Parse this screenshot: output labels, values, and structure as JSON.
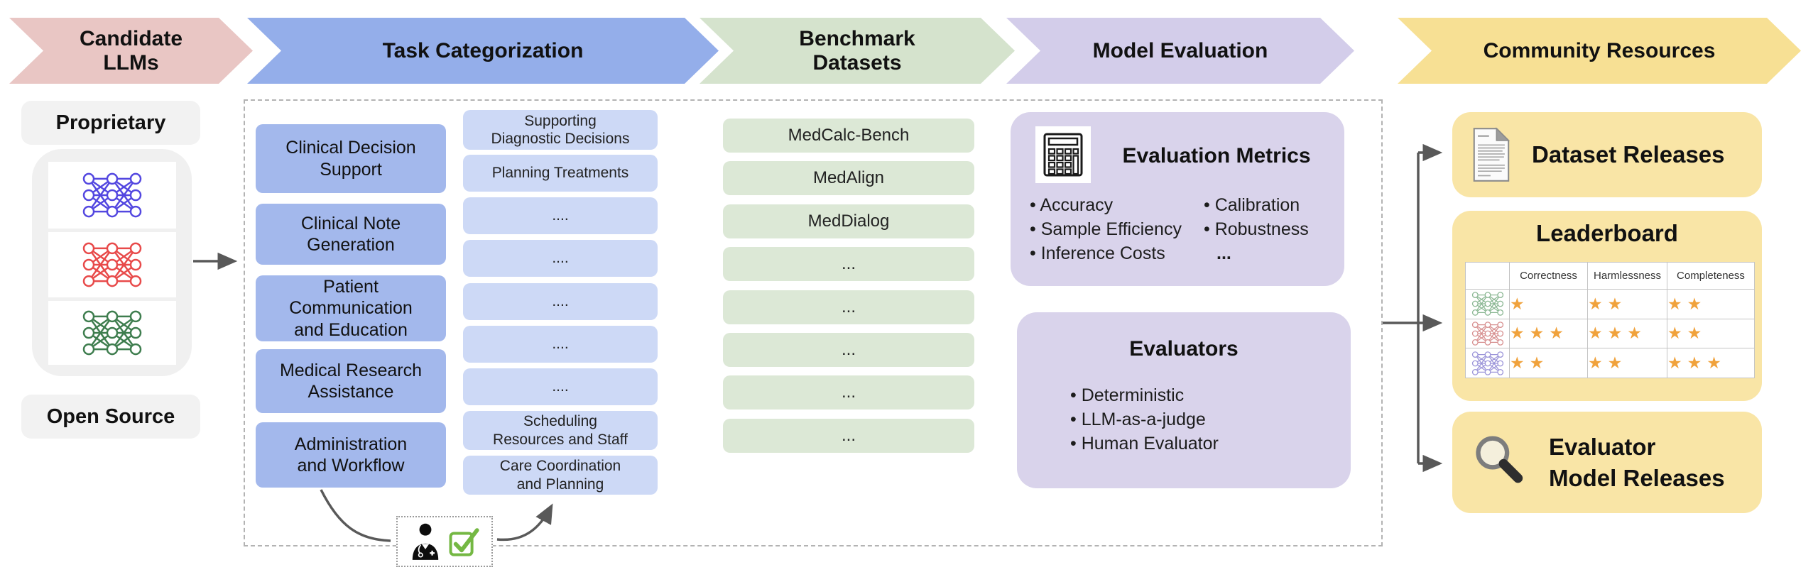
{
  "palette": {
    "stage_pink": "#e9c6c4",
    "stage_blue": "#94aeea",
    "stage_green": "#d5e3cd",
    "stage_purple": "#d3cdea",
    "stage_yellow": "#f7e094",
    "category_blue": "#a3b8ec",
    "subtask_blue": "#cdd9f6",
    "benchmark_green": "#dce8d6",
    "evaluation_purple": "#d9d3eb",
    "community_yellow": "#f9e5a6",
    "star_orange": "#f0a23c",
    "network_purple": "#5347e0",
    "network_red": "#e84a4a",
    "network_green": "#3e7d4e"
  },
  "stages": [
    {
      "label": "Candidate\nLLMs"
    },
    {
      "label": "Task Categorization"
    },
    {
      "label": "Benchmark\nDatasets"
    },
    {
      "label": "Model Evaluation"
    },
    {
      "label": "Community Resources"
    }
  ],
  "candidate_llms": {
    "proprietary_label": "Proprietary",
    "open_source_label": "Open Source"
  },
  "task_categorization": {
    "categories": [
      "Clinical Decision\nSupport",
      "Clinical Note\nGeneration",
      "Patient\nCommunication\nand Education",
      "Medical Research\nAssistance",
      "Administration\nand Workflow"
    ],
    "subtasks": [
      "Supporting\nDiagnostic Decisions",
      "Planning Treatments",
      "....",
      "....",
      "....",
      "....",
      "....",
      "Scheduling\nResources and Staff",
      "Care Coordination\nand Planning"
    ]
  },
  "benchmark_datasets": [
    "MedCalc-Bench",
    "MedAlign",
    "MedDialog",
    "...",
    "...",
    "...",
    "...",
    "..."
  ],
  "model_evaluation": {
    "metrics_title": "Evaluation Metrics",
    "metrics_left": [
      "• Accuracy",
      "• Sample Efficiency",
      "• Inference Costs"
    ],
    "metrics_right": [
      "• Calibration",
      "• Robustness",
      "..."
    ],
    "evaluators_title": "Evaluators",
    "evaluators": [
      "• Deterministic",
      "• LLM-as-a-judge",
      "• Human Evaluator"
    ]
  },
  "community_resources": {
    "dataset_releases_label": "Dataset Releases",
    "leaderboard": {
      "title": "Leaderboard",
      "columns": [
        "Correctness",
        "Harmlessness",
        "Completeness"
      ],
      "rows": [
        {
          "model": "green-network",
          "stars": [
            1,
            2,
            2
          ]
        },
        {
          "model": "red-network",
          "stars": [
            3,
            3,
            2
          ]
        },
        {
          "model": "purple-network",
          "stars": [
            2,
            2,
            3
          ]
        }
      ]
    },
    "evaluator_model_releases_label": "Evaluator\nModel Releases"
  }
}
